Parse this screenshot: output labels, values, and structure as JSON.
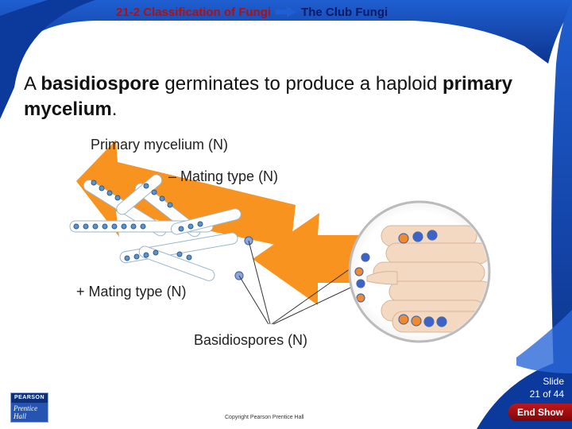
{
  "header": {
    "section": "21-2 Classification of Fungi",
    "topic": "The Club Fungi"
  },
  "body": {
    "prefix": "A ",
    "term1": "basidiospore",
    "middle": " germinates to produce a haploid ",
    "term2": "primary mycelium",
    "suffix": "."
  },
  "figure": {
    "labels": {
      "primary_mycelium": "Primary mycelium (N)",
      "minus_mating": "– Mating type (N)",
      "plus_mating": "+ Mating type (N)",
      "basidiospores": "Basidiospores (N)"
    }
  },
  "footer": {
    "slide_label": "Slide",
    "slide_count": "21 of 44",
    "copyright": "Copyright Pearson Prentice Hall",
    "end_show": "End Show",
    "logo_top": "PEARSON",
    "logo_bottom": "Prentice Hall"
  },
  "colors": {
    "orange_arrow": "#f7931e",
    "header_red": "#b01010",
    "header_navy": "#0a1a66",
    "frame_blue": "#0b3a9c",
    "spore_orange": "#f08a2c",
    "spore_blue": "#3b63c8",
    "hypha_tan": "#f3d9c2"
  }
}
